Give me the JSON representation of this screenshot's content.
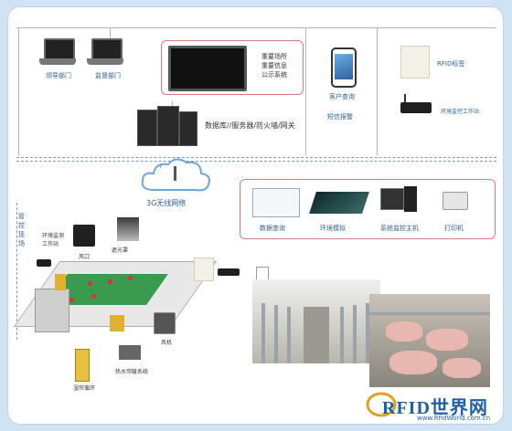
{
  "nodes": {
    "leader_dept": "领导部门",
    "supervise_dept": "监督部门",
    "info_display": [
      "重要场所",
      "重要信息",
      "公示系统"
    ],
    "db_server": "数据库//服务器/防火墙/网关",
    "customer_query": "客户查询",
    "sms_alarm": "短信报警",
    "rfid_tag": "RFID标签",
    "env_monitor_station": "环境监控工作站",
    "network_3g": "3G无线网络",
    "data_query": "数据查询",
    "env_simulation": "环境模拟",
    "monitor_host": "系统监控主机",
    "printer": "打印机",
    "farm_site": [
      "管",
      "控",
      "现",
      "场"
    ],
    "env_station_farm": [
      "环境监测",
      "工作站"
    ],
    "fan_wind": "风口",
    "light_screen": "遮光罩",
    "fan": "风机",
    "water_curtain_system": "热水帘暖系统",
    "wet_curtain": "湿帘循环",
    "cloud_sign": "("
  },
  "watermark": {
    "brand": "RFID世界网",
    "url": "www.RfidWorld.com.cn"
  },
  "colors": {
    "background": "#cfe3f3",
    "label_blue": "#2f5f8f",
    "box_border": "#e07a7a",
    "dashed_line": "#7d9bb5"
  }
}
